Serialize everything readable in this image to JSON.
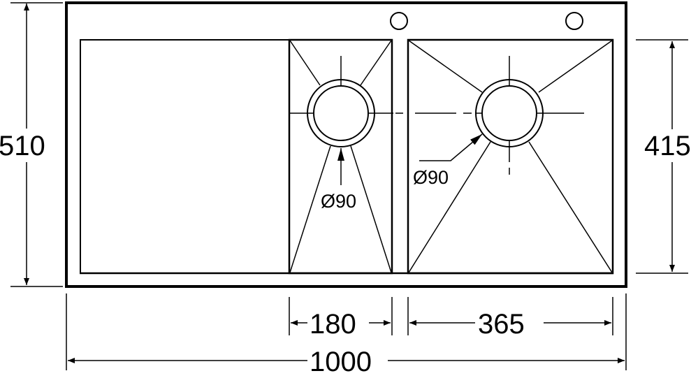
{
  "dimensions": {
    "overall_width": "1000",
    "overall_depth": "510",
    "bowl_depth": "415",
    "small_bowl_width": "180",
    "large_bowl_width": "365",
    "small_drain_diameter": "Ø90",
    "large_drain_diameter": "Ø90"
  },
  "colors": {
    "line": "#000000",
    "background": "#ffffff"
  }
}
